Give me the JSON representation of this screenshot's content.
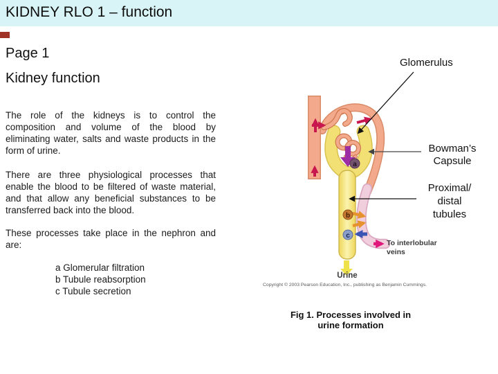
{
  "slide": {
    "title": "KIDNEY RLO 1 – function",
    "page_heading": "Page 1",
    "subheading": "Kidney function",
    "paragraphs": {
      "p1": "The role of the kidneys is to control the composition and volume of the blood by eliminating water, salts and waste products in the form of urine.",
      "p2": "There are three physiological processes that enable the blood to be filtered of waste material, and that allow any beneficial substances to be transferred back into the blood.",
      "p3": "These processes take place in the nephron and are:"
    },
    "process_list": [
      "a Glomerular filtration",
      "b Tubule reabsorption",
      "c Tubule secretion"
    ]
  },
  "figure": {
    "labels": {
      "glomerulus": "Glomerulus",
      "bowmans_capsule": "Bowman’s\nCapsule",
      "proximal_distal": "Proximal/\ndistal\ntubules",
      "to_interlobular_veins": "To interlobular\nveins",
      "urine": "Urine",
      "marker_a": "a",
      "marker_b": "b",
      "marker_c": "c"
    },
    "copyright": "Copyright © 2003 Pearson Education, Inc., publishing as Benjamin Cummings.",
    "caption": "Fig 1. Processes involved in\nurine formation"
  },
  "colors": {
    "header_bg": "#d9f4f6",
    "vessel_salmon": "#f3a98b",
    "vessel_outline": "#d98a66",
    "crimson_arrow": "#c8174e",
    "capsule_yellow": "#f3e075",
    "capsule_edge": "#d9c14e",
    "tubule_light": "#fbf3ae",
    "purple_arrow": "#9b2fa3",
    "badge_a": "#74536e",
    "badge_b": "#c4772f",
    "badge_c": "#8a9cc8",
    "orange_arrow": "#e6932f",
    "blue_arrow": "#3a55b4",
    "pink_tube": "#f0cedc",
    "pink_tube_edge": "#d9a9c2",
    "magenta_arrow": "#e0187c",
    "urine_arrow": "#efe14a"
  }
}
